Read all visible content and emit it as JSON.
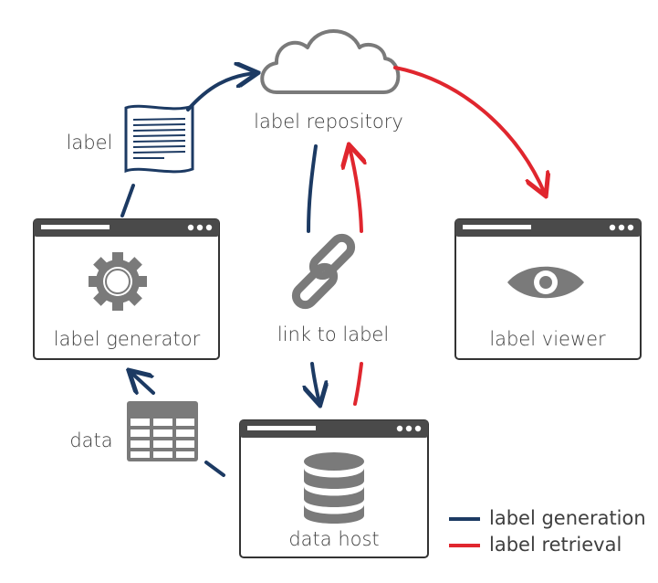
{
  "nodes": {
    "repository": "label repository",
    "generator": "label generator",
    "viewer": "label viewer",
    "host": "data host",
    "link": "link to label",
    "label": "label",
    "data": "data"
  },
  "legend": {
    "generation": "label generation",
    "retrieval": "label retrieval"
  },
  "colors": {
    "generation": "#1c3a63",
    "retrieval": "#e0262e",
    "icon": "#7a7a7a",
    "text": "#3f3f3f"
  }
}
